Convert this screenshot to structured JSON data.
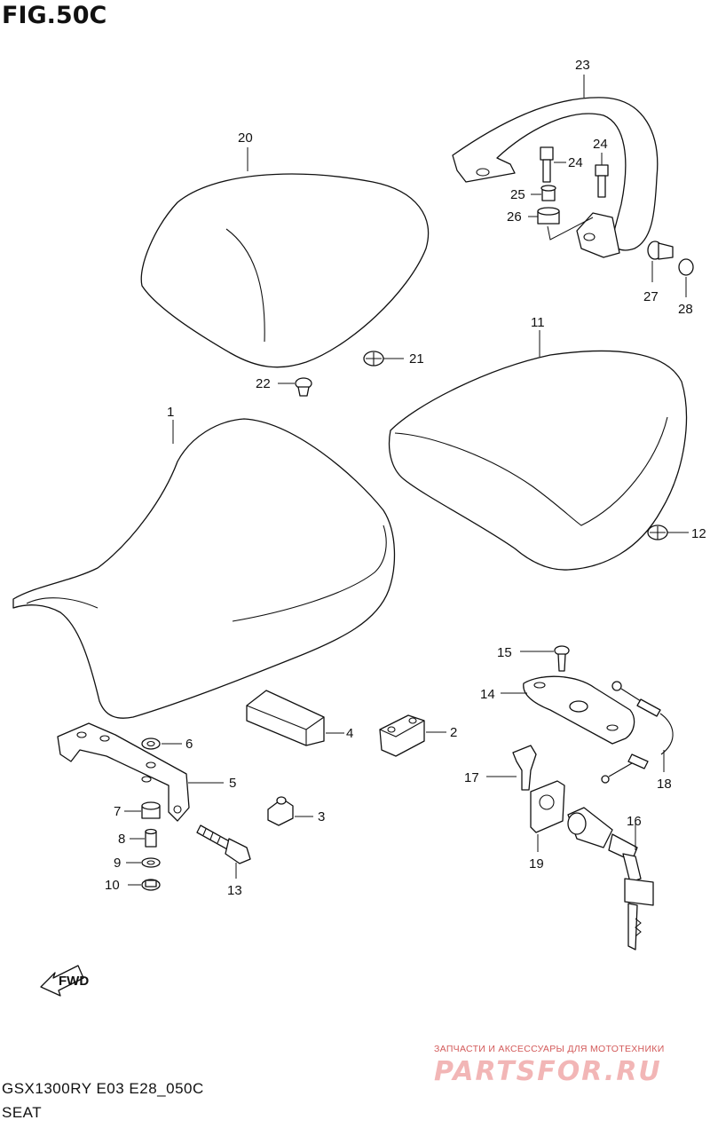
{
  "figure": {
    "title": "FIG.50C",
    "code": "GSX1300RY E03 E28_050C",
    "caption": "SEAT"
  },
  "watermark": {
    "line1": "ЗАПЧАСТИ И АКСЕССУАРЫ ДЛЯ МОТОТЕХНИКИ",
    "line2": "PARTSFOR.RU"
  },
  "fwd_arrow_label": "FWD",
  "callouts": {
    "c1": "1",
    "c2": "2",
    "c3": "3",
    "c4": "4",
    "c5": "5",
    "c6": "6",
    "c7": "7",
    "c8": "8",
    "c9": "9",
    "c10": "10",
    "c11": "11",
    "c12": "12",
    "c13": "13",
    "c14": "14",
    "c15": "15",
    "c16": "16",
    "c17": "17",
    "c18": "18",
    "c19": "19",
    "c20": "20",
    "c21": "21",
    "c22": "22",
    "c23": "23",
    "c24a": "24",
    "c24b": "24",
    "c25": "25",
    "c26": "26",
    "c27": "27",
    "c28": "28"
  },
  "colors": {
    "line": "#111111",
    "watermark_red": "#d35a5a",
    "watermark_pink": "#f2b6b6"
  }
}
